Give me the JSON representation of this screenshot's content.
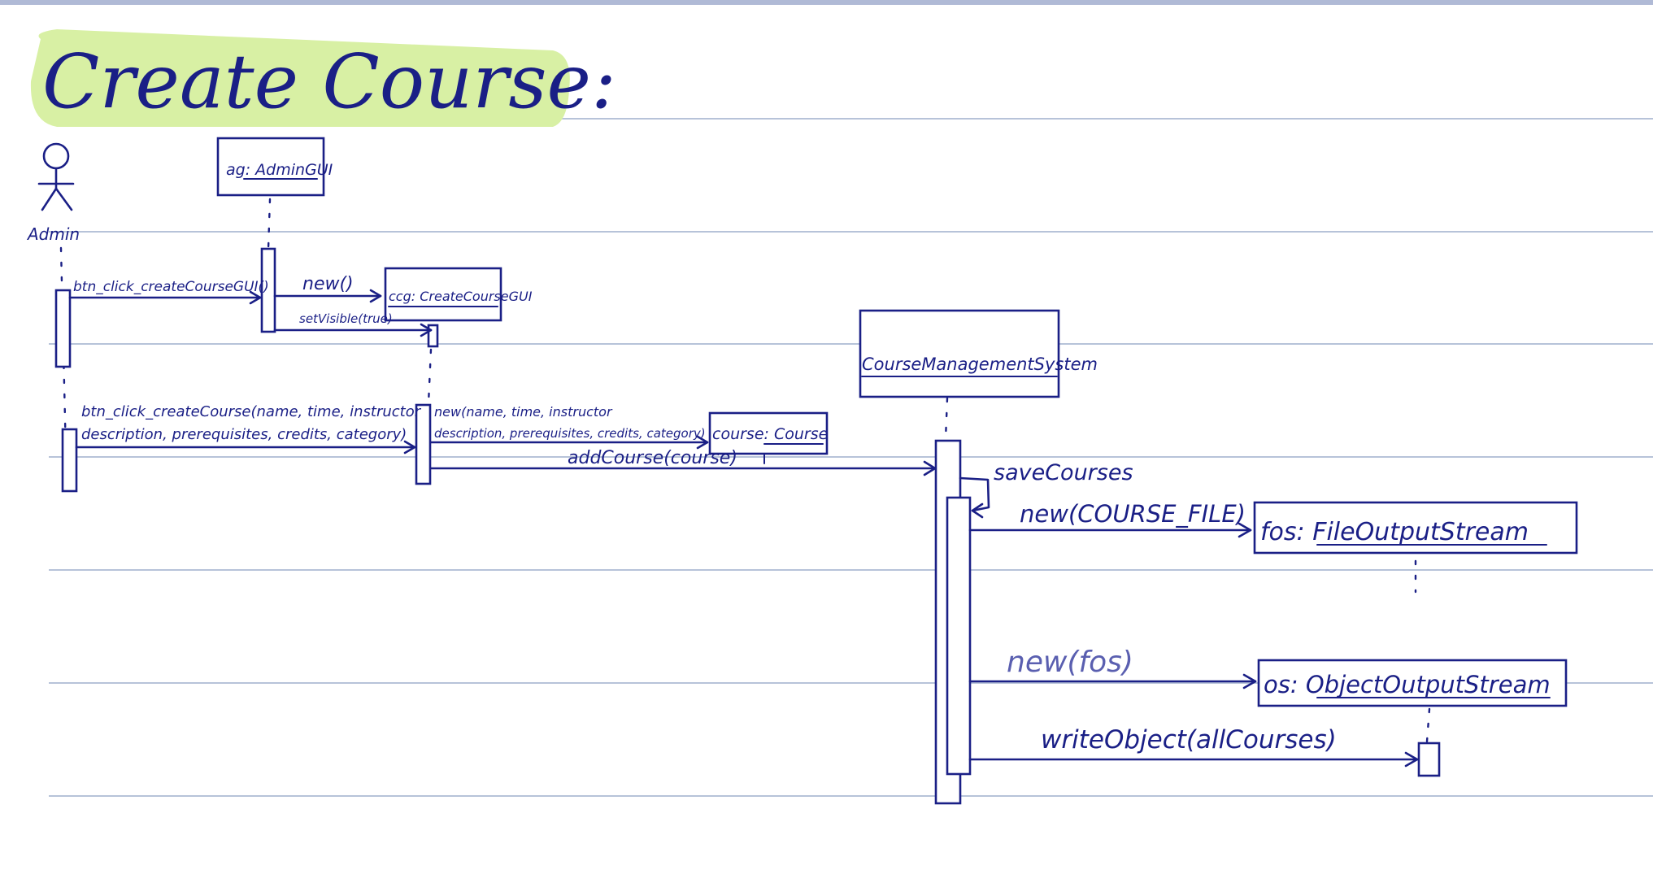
{
  "title": "Create Course:",
  "colors": {
    "ink": "#1a1f86",
    "highlight": "#d8f0a4",
    "rule_lines": "#b7c3d9",
    "top_bar": "#b0bad6"
  },
  "actor": {
    "label": "Admin"
  },
  "lifelines": {
    "admin_gui": "ag: AdminGUI",
    "create_course_gui": "ccg: CreateCourseGUI",
    "course_management_system": "CourseManagementSystem",
    "course": "course: Course",
    "file_output_stream": "fos: FileOutputStream",
    "object_output_stream": "os: ObjectOutputStream"
  },
  "messages": {
    "m1": "btn_click_createCourseGUI()",
    "m2": "new()",
    "m3": "setVisible(true)",
    "m4_line1": "btn_click_createCourse(name, time, instructor",
    "m4_line2": "description, prerequisites, credits, category)",
    "m5_line1": "new(name, time, instructor",
    "m5_line2": "description, prerequisites, credits, category)",
    "m6": "addCourse(course)",
    "m7": "saveCourses",
    "m8": "new(COURSE_FILE)",
    "m9": "new(fos)",
    "m10": "writeObject(allCourses)"
  }
}
